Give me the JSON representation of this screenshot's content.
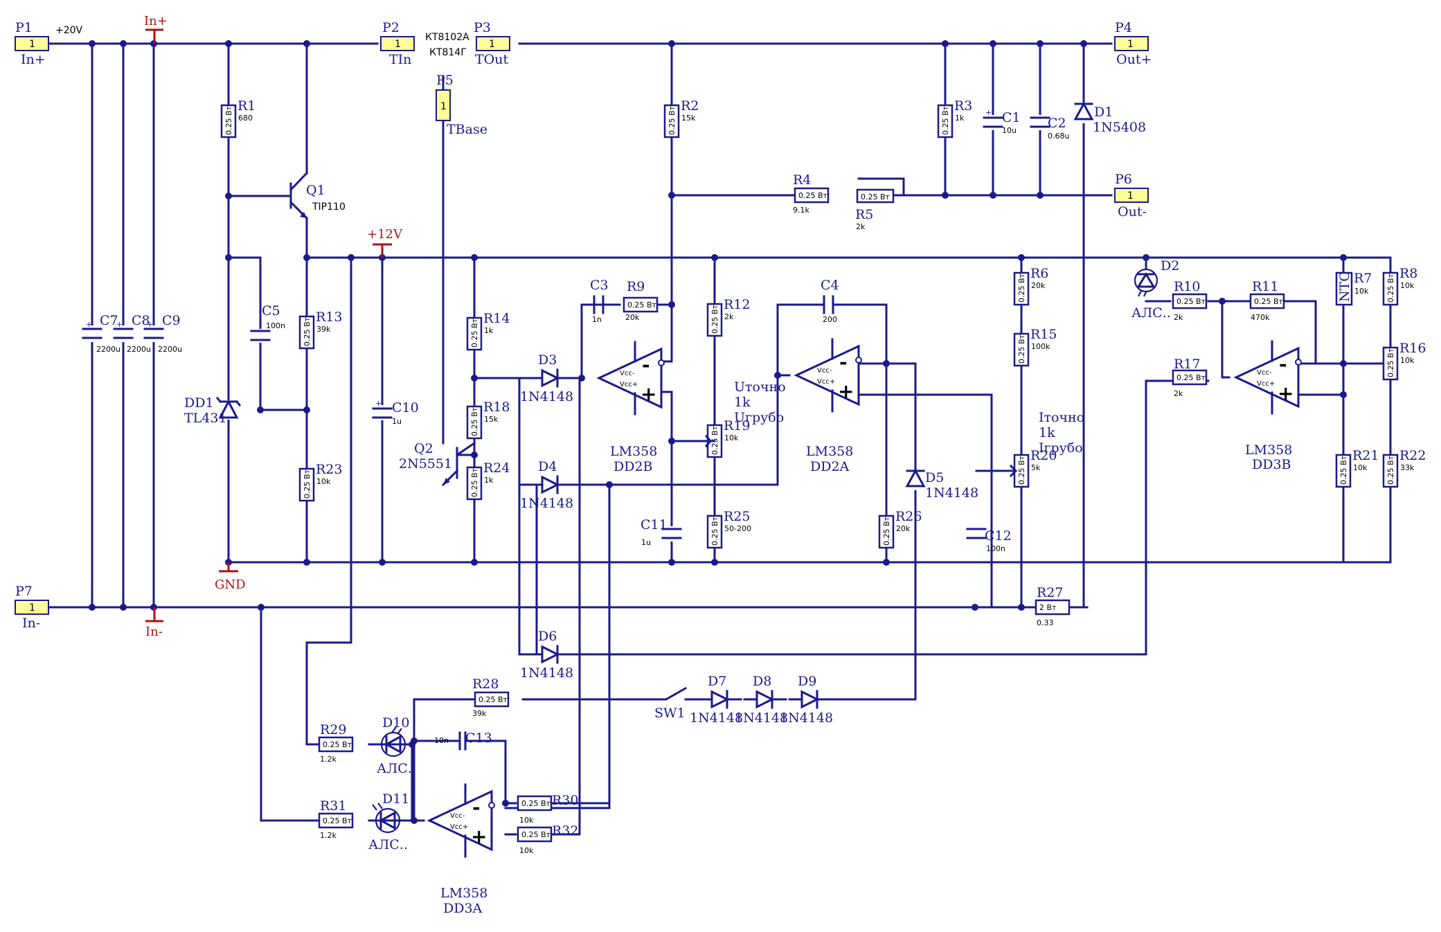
{
  "ports": {
    "P1": {
      "ref": "P1",
      "pin": "1",
      "name": "In+"
    },
    "P2": {
      "ref": "P2",
      "pin": "1",
      "name": "TIn"
    },
    "P3": {
      "ref": "P3",
      "pin": "1",
      "name": "TOut"
    },
    "P4": {
      "ref": "P4",
      "pin": "1",
      "name": "Out+"
    },
    "P5": {
      "ref": "P5",
      "pin": "1",
      "name": "TBase"
    },
    "P6": {
      "ref": "P6",
      "pin": "1",
      "name": "Out-"
    },
    "P7": {
      "ref": "P7",
      "pin": "1",
      "name": "In-"
    }
  },
  "net_labels": {
    "v20": "+20V",
    "inplus": "In+",
    "inminus": "In-",
    "v12": "+12V",
    "gnd": "GND",
    "t1": "КТ8102А",
    "t2": "КТ814Г"
  },
  "components": {
    "R1": {
      "ref": "R1",
      "rating": "0.25 Вт",
      "value": "680"
    },
    "R2": {
      "ref": "R2",
      "rating": "0.25 Вт",
      "value": "15k"
    },
    "R3": {
      "ref": "R3",
      "rating": "0.25 Вт",
      "value": "1k"
    },
    "R4": {
      "ref": "R4",
      "rating": "0.25 Вт",
      "value": "9.1k"
    },
    "R5": {
      "ref": "R5",
      "rating": "0.25 Вт",
      "value": "2k"
    },
    "R6": {
      "ref": "R6",
      "rating": "0.25 Вт",
      "value": "20k"
    },
    "R7": {
      "ref": "R7",
      "rating": "NTC",
      "value": "10k"
    },
    "R8": {
      "ref": "R8",
      "rating": "0.25 Вт",
      "value": "10k"
    },
    "R9": {
      "ref": "R9",
      "rating": "0.25 Вт",
      "value": "20k"
    },
    "R10": {
      "ref": "R10",
      "rating": "0.25 Вт",
      "value": "2k"
    },
    "R11": {
      "ref": "R11",
      "rating": "0.25 Вт",
      "value": "470k"
    },
    "R12": {
      "ref": "R12",
      "rating": "0.25 Вт",
      "value": "2k"
    },
    "R13": {
      "ref": "R13",
      "rating": "0.25 Вт",
      "value": "39k"
    },
    "R14": {
      "ref": "R14",
      "rating": "0.25 Вт",
      "value": "1k"
    },
    "R15": {
      "ref": "R15",
      "rating": "0.25 Вт",
      "value": "100k"
    },
    "R16": {
      "ref": "R16",
      "rating": "0.25 Вт",
      "value": "10k"
    },
    "R17": {
      "ref": "R17",
      "rating": "0.25 Вт",
      "value": "2k"
    },
    "R18": {
      "ref": "R18",
      "rating": "0.25 Вт",
      "value": "15k"
    },
    "R19": {
      "ref": "R19",
      "rating": "0.25 Вт",
      "value": "10k"
    },
    "R20": {
      "ref": "R20",
      "rating": "0.25 Вт",
      "value": "5k"
    },
    "R21": {
      "ref": "R21",
      "rating": "0.25 Вт",
      "value": "10k"
    },
    "R22": {
      "ref": "R22",
      "rating": "0.25 Вт",
      "value": "33k"
    },
    "R23": {
      "ref": "R23",
      "rating": "0.25 Вт",
      "value": "10k"
    },
    "R24": {
      "ref": "R24",
      "rating": "0.25 Вт",
      "value": "1k"
    },
    "R25": {
      "ref": "R25",
      "rating": "0.25 Вт",
      "value": "50-200"
    },
    "R26": {
      "ref": "R26",
      "rating": "0.25 Вт",
      "value": "20k"
    },
    "R27": {
      "ref": "R27",
      "rating": "2 Вт",
      "value": "0.33"
    },
    "R28": {
      "ref": "R28",
      "rating": "0.25 Вт",
      "value": "39k"
    },
    "R29": {
      "ref": "R29",
      "rating": "0.25 Вт",
      "value": "1.2k"
    },
    "R30": {
      "ref": "R30",
      "rating": "0.25 Вт",
      "value": "10k"
    },
    "R31": {
      "ref": "R31",
      "rating": "0.25 Вт",
      "value": "1.2k"
    },
    "R32": {
      "ref": "R32",
      "rating": "0.25 Вт",
      "value": "10k"
    },
    "C1": {
      "ref": "C1",
      "value": "10u"
    },
    "C2": {
      "ref": "C2",
      "value": "0.68u"
    },
    "C3": {
      "ref": "C3",
      "value": "1n"
    },
    "C4": {
      "ref": "C4",
      "value": "200"
    },
    "C5": {
      "ref": "C5",
      "value": "100n"
    },
    "C7": {
      "ref": "C7",
      "value": "2200u"
    },
    "C8": {
      "ref": "C8",
      "value": "2200u"
    },
    "C9": {
      "ref": "C9",
      "value": "2200u"
    },
    "C10": {
      "ref": "C10",
      "value": "1u"
    },
    "C11": {
      "ref": "C11",
      "value": "1u"
    },
    "C12": {
      "ref": "C12",
      "value": "100n"
    },
    "C13": {
      "ref": "C13",
      "value": "10n"
    },
    "D1": {
      "ref": "D1",
      "value": "1N5408"
    },
    "D2": {
      "ref": "D2",
      "value": "АЛС.."
    },
    "D3": {
      "ref": "D3",
      "value": "1N4148"
    },
    "D4": {
      "ref": "D4",
      "value": "1N4148"
    },
    "D5": {
      "ref": "D5",
      "value": "1N4148"
    },
    "D6": {
      "ref": "D6",
      "value": "1N4148"
    },
    "D7": {
      "ref": "D7",
      "value": "1N4148"
    },
    "D8": {
      "ref": "D8",
      "value": "1N4148"
    },
    "D9": {
      "ref": "D9",
      "value": "1N4148"
    },
    "D10": {
      "ref": "D10",
      "value": "АЛС.."
    },
    "D11": {
      "ref": "D11",
      "value": "АЛС.."
    },
    "Q1": {
      "ref": "Q1",
      "value": "TIP110"
    },
    "Q2": {
      "ref": "Q2",
      "value": "2N5551"
    },
    "DD1": {
      "ref": "DD1",
      "value": "TL431"
    },
    "SW1": {
      "ref": "SW1"
    },
    "DD2B": {
      "ref": "DD2B",
      "value": "LM358",
      "notes": [
        "Uточно",
        "1k",
        "Uгрубо"
      ]
    },
    "DD2A": {
      "ref": "DD2A",
      "value": "LM358"
    },
    "DD3B": {
      "ref": "DD3B",
      "value": "LM358"
    },
    "DD3A": {
      "ref": "DD3A",
      "value": "LM358"
    },
    "R20note": [
      "Iточно",
      "1k",
      "Iгрубо"
    ]
  },
  "opamp": {
    "vneg": "Vcc-",
    "vpos": "Vcc+",
    "plus": "+",
    "minus": "-"
  }
}
